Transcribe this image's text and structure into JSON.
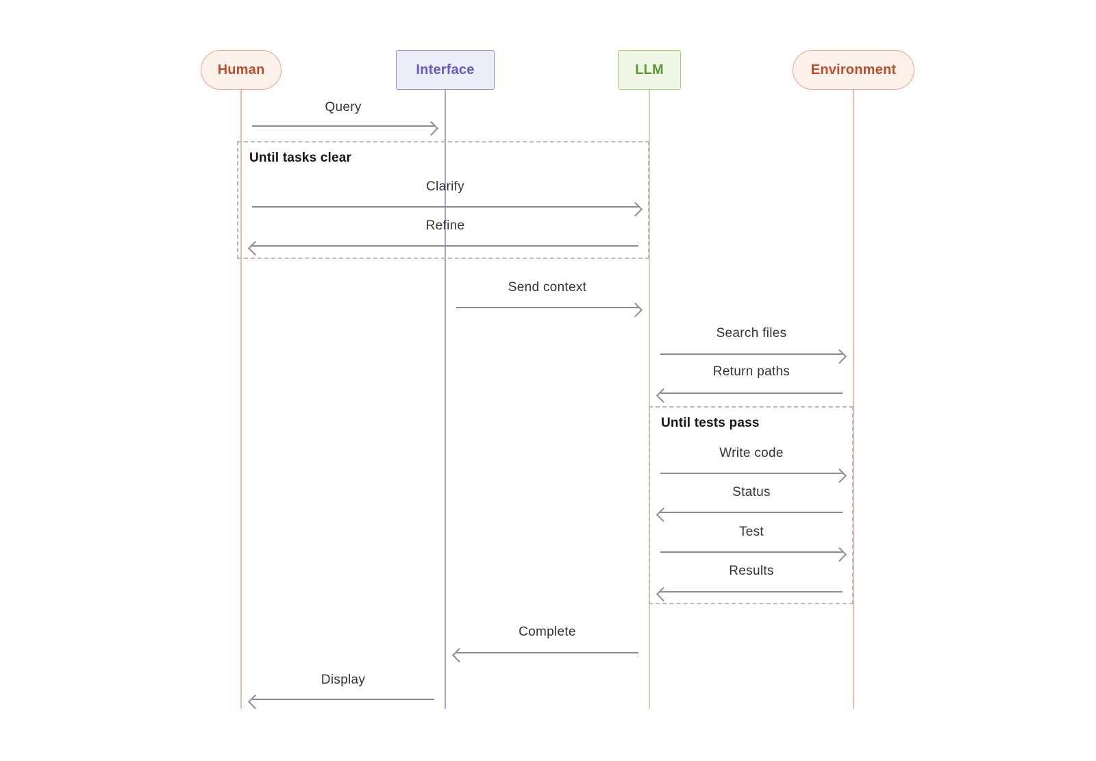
{
  "diagram": {
    "type": "sequence-diagram",
    "actors": [
      {
        "label": "Human",
        "shape": "pill",
        "fill": "#fdf1ec",
        "border": "#eda287",
        "text_color": "#bf4d28",
        "lifeline_color": "#f6b9a5"
      },
      {
        "label": "Interface",
        "shape": "rect",
        "fill": "#edecf9",
        "border": "#9289d6",
        "text_color": "#6459c8",
        "lifeline_color": "#aaa5e2"
      },
      {
        "label": "LLM",
        "shape": "rect",
        "fill": "#eff6e5",
        "border": "#a6cd7d",
        "text_color": "#579a2e",
        "lifeline_color": "#c5dcaa"
      },
      {
        "label": "Environment",
        "shape": "pill",
        "fill": "#fdf1ec",
        "border": "#eda287",
        "text_color": "#bf4d28",
        "lifeline_color": "#f6b9a5"
      }
    ],
    "loops": [
      {
        "label": "Until tasks clear",
        "spans": [
          "Human",
          "LLM"
        ],
        "contains": [
          "Clarify",
          "Refine"
        ]
      },
      {
        "label": "Until tests pass",
        "spans": [
          "LLM",
          "Environment"
        ],
        "contains": [
          "Write code",
          "Status",
          "Test",
          "Results"
        ]
      }
    ],
    "messages": [
      {
        "label": "Query",
        "from": "Human",
        "to": "Interface"
      },
      {
        "label": "Clarify",
        "from": "Human",
        "to": "LLM"
      },
      {
        "label": "Refine",
        "from": "LLM",
        "to": "Human"
      },
      {
        "label": "Send context",
        "from": "Interface",
        "to": "LLM"
      },
      {
        "label": "Search files",
        "from": "LLM",
        "to": "Environment"
      },
      {
        "label": "Return paths",
        "from": "Environment",
        "to": "LLM"
      },
      {
        "label": "Write code",
        "from": "LLM",
        "to": "Environment"
      },
      {
        "label": "Status",
        "from": "Environment",
        "to": "LLM"
      },
      {
        "label": "Test",
        "from": "LLM",
        "to": "Environment"
      },
      {
        "label": "Results",
        "from": "Environment",
        "to": "LLM"
      },
      {
        "label": "Complete",
        "from": "LLM",
        "to": "Interface"
      },
      {
        "label": "Display",
        "from": "Interface",
        "to": "Human"
      }
    ],
    "colors": {
      "background": "#ffffff",
      "arrow": "#8c8c8c",
      "loop_border": "#bcb8b2",
      "loop_label_text": "#141414",
      "message_text": "#333333"
    }
  }
}
